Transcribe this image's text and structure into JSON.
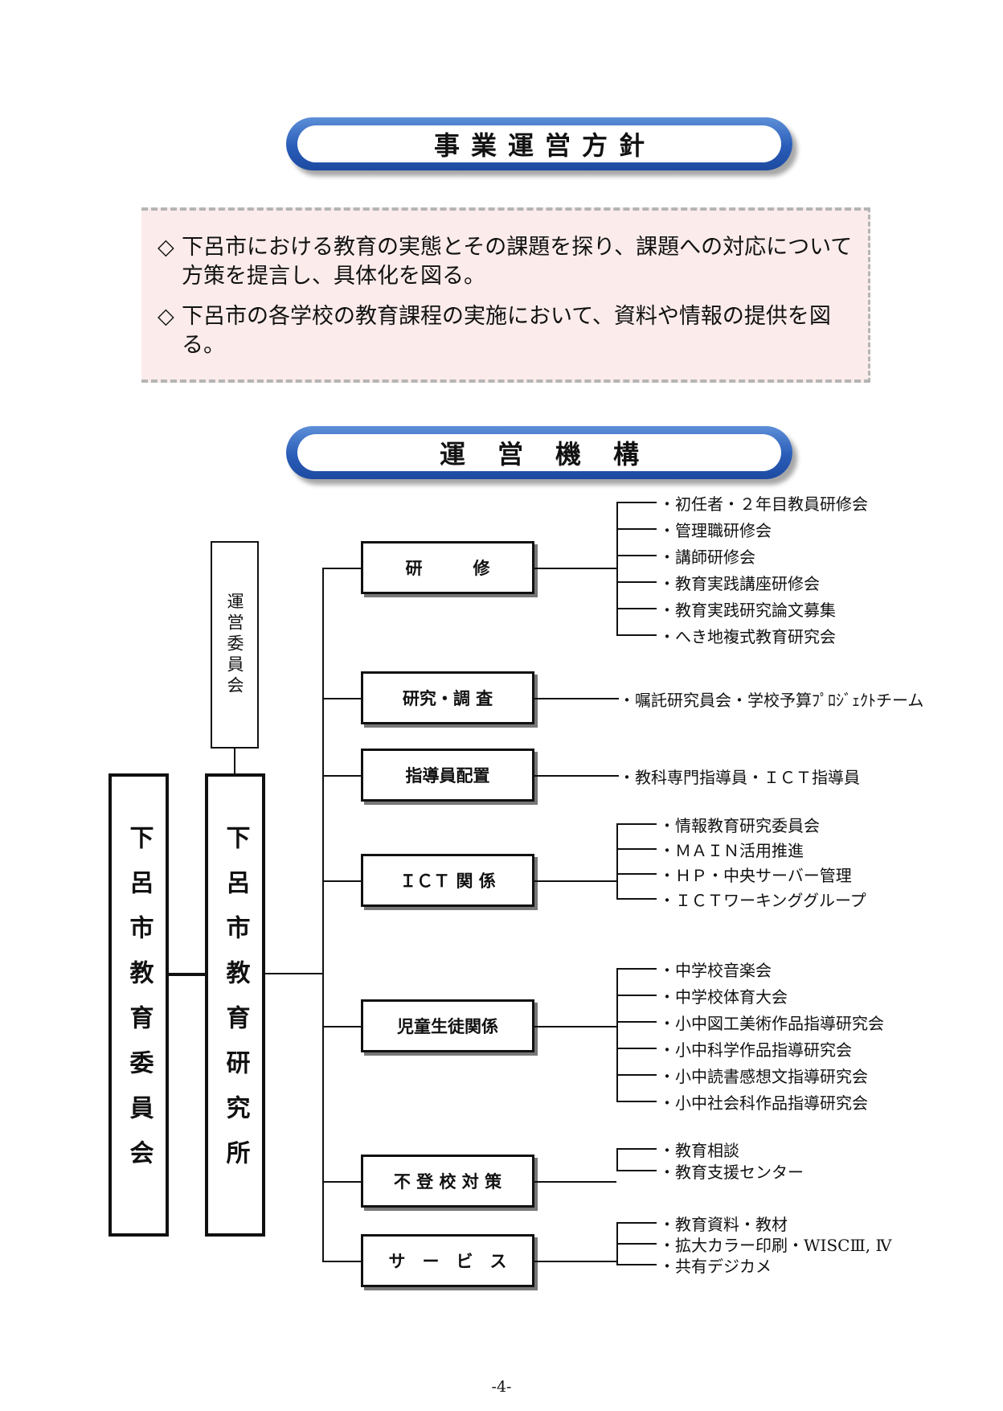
{
  "sections": {
    "policy_title": "事業運営方針",
    "org_title": "運営機構"
  },
  "policy": {
    "mark": "◇",
    "items": [
      "下呂市における教育の実態とその課題を探り、課題への対応について方策を提言し、具体化を図る。",
      "下呂市の各学校の教育課程の実施において、資料や情報の提供を図る。"
    ]
  },
  "org": {
    "board": "下呂市教育委員会",
    "institute": "下呂市教育研究所",
    "committee": "運営委員会",
    "departments": [
      {
        "label": "研　　　修",
        "items": [
          "・初任者・２年目教員研修会",
          "・管理職研修会",
          "・講師研修会",
          "・教育実践講座研修会",
          "・教育実践研究論文募集",
          "・へき地複式教育研究会"
        ]
      },
      {
        "label": "研究・調 査",
        "items": [
          "・嘱託研究員会・学校予算ﾌﾟﾛｼﾞｪｸﾄチーム"
        ]
      },
      {
        "label": "指導員配置",
        "items": [
          "・教科専門指導員・ＩＣＴ指導員"
        ]
      },
      {
        "label": "ＩＣＴ 関 係",
        "items": [
          "・情報教育研究委員会",
          "・ＭＡＩＮ活用推進",
          "・ＨＰ・中央サーバー管理",
          "・ＩＣＴワーキンググループ"
        ]
      },
      {
        "label": "児童生徒関係",
        "items": [
          "・中学校音楽会",
          "・中学校体育大会",
          "・小中図工美術作品指導研究会",
          "・小中科学作品指導研究会",
          "・小中読書感想文指導研究会",
          "・小中社会科作品指導研究会"
        ]
      },
      {
        "label": "不 登 校 対 策",
        "items": [
          "・教育相談",
          "・教育支援センター"
        ]
      },
      {
        "label": "サ　ー　ビ　ス",
        "items": [
          "・教育資料・教材",
          "・拡大カラー印刷・WISCⅢ, Ⅳ",
          "・共有デジカメ"
        ]
      }
    ]
  },
  "footer": {
    "page_number": "-4-"
  }
}
